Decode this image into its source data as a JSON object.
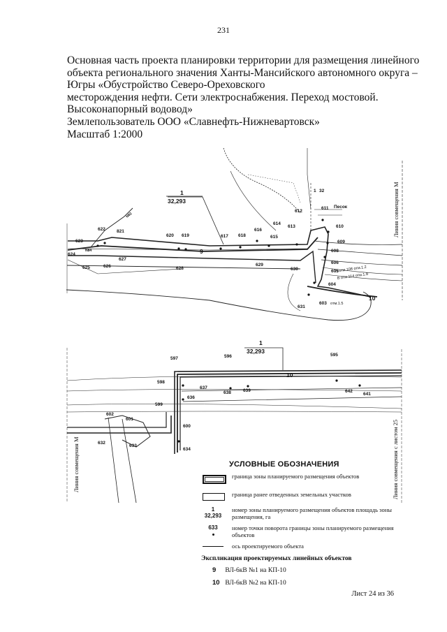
{
  "page_number": "231",
  "title_lines": [
    "Основная часть проекта планировки территории  для размещения линейного",
    "объекта регионального значения Ханты-Мансийского автономного округа –",
    "Югры  «Обустройство Северо-Ореховского",
    "месторождения нефти. Сети электроснабжения. Переход мостовой.",
    "Высоконапорный водовод»",
    "Землепользователь ООО «Славнефть-Нижневартовск»",
    "Масштаб 1:2000"
  ],
  "map_top": {
    "zone_label": {
      "num": "1",
      "area": "32,293"
    },
    "line_label": "9",
    "line_label_10": "10",
    "points": [
      "623",
      "624",
      "625",
      "626",
      "627",
      "622",
      "821",
      "620",
      "619",
      "617",
      "618",
      "616",
      "614",
      "615",
      "613",
      "612",
      "611",
      "610",
      "609",
      "608",
      "606",
      "605",
      "604",
      "603",
      "628",
      "629",
      "630",
      "631"
    ],
    "notes": {
      "sand": "Песок",
      "bridge1": "Н отм.108 отм.1.2",
      "bridge2": "В отм.114 отм.1.8",
      "r82": "N82",
      "r84": "N84",
      "top_r": "1",
      "top_r2": "32",
      "mark": "отм.1.5"
    },
    "side_label": "Линия совмещения М"
  },
  "map_bottom": {
    "zone_label": {
      "num": "1",
      "area": "32,293"
    },
    "line_label": "10",
    "points": [
      "597",
      "596",
      "595",
      "598",
      "637",
      "638",
      "639",
      "642",
      "641",
      "636",
      "599",
      "602",
      "601",
      "600",
      "632",
      "633",
      "634"
    ],
    "side_left": "Линия совмещения М",
    "side_right": "Линия совмещения с листом 25"
  },
  "legend": {
    "title": "УСЛОВНЫЕ ОБОЗНАЧЕНИЯ",
    "items": [
      {
        "text": "граница зоны планируемого размещения объектов"
      },
      {
        "text": "граница ранее отведенных земельных участков"
      },
      {
        "sym_top": "1",
        "sym_bottom": "32,293",
        "text": "номер зоны планируемого размещения объектов площадь зоны размещения, га"
      },
      {
        "sym": "633",
        "text": "номер точки поворота границы зоны планируемого размещения объектов"
      },
      {
        "text": "ось проектируемого объекта"
      }
    ],
    "explication_title": "Экспликация проектируемых линейных объектов",
    "explication": [
      {
        "num": "9",
        "text": "ВЛ-6кВ №1 на КП-10"
      },
      {
        "num": "10",
        "text": "ВЛ-6кВ №2 на КП-10"
      }
    ]
  },
  "footer": "Лист 24 из 36"
}
